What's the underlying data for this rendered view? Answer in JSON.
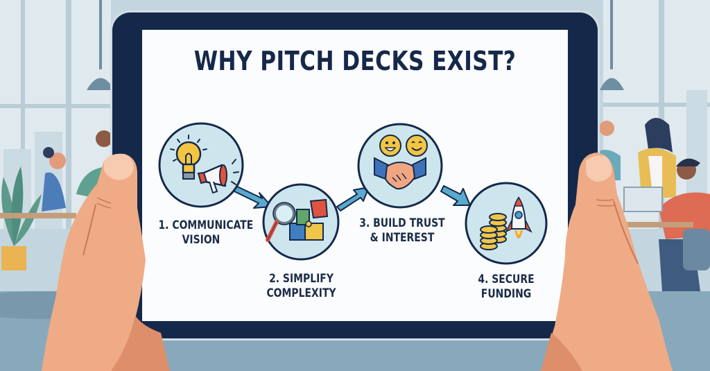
{
  "slide": {
    "title": "WHY PITCH DECKS EXIST?",
    "steps": [
      {
        "number": "1.",
        "line1": "1. COMMUNICATE",
        "line2": "VISION",
        "icons": [
          "lightbulb-icon",
          "megaphone-icon"
        ]
      },
      {
        "number": "2.",
        "line1": "2. SIMPLIFY",
        "line2": "COMPLEXITY",
        "icons": [
          "magnifying-glass-icon",
          "puzzle-icon"
        ]
      },
      {
        "number": "3.",
        "line1": "3. BUILD TRUST",
        "line2": "& INTEREST",
        "icons": [
          "smiley-face-icon",
          "handshake-icon"
        ]
      },
      {
        "number": "4.",
        "line1": "4. SECURE",
        "line2": "FUNDING",
        "icons": [
          "coin-stack-icon",
          "rocket-icon"
        ]
      }
    ]
  },
  "colors": {
    "frame": "#14294a",
    "title": "#16284a",
    "circle_fill": "#cde6ee",
    "arrow": "#5aa9cf",
    "skin": "#eeab86",
    "background": "#a9c2cf"
  }
}
